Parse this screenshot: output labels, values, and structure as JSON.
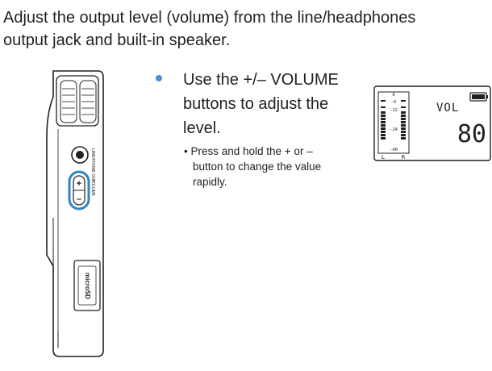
{
  "intro": {
    "line1": "Adjust the output level (volume) from the line/headphones",
    "line2": "output jack and built-in speaker."
  },
  "instruction": {
    "line1": "Use the +/– VOLUME",
    "line2": "buttons to adjust the",
    "line3": "level."
  },
  "note": {
    "line1": "• Press and hold the + or –",
    "line2": "button to change the value",
    "line3": "rapidly."
  },
  "device": {
    "jack_label": "LINE/PHONE OUT",
    "volume_label": "VOLUME",
    "plus_symbol": "+",
    "minus_symbol": "–",
    "card_label": "microSD",
    "highlight_color": "#2e86c8"
  },
  "display": {
    "mode_label": "VOL",
    "value": "80",
    "meter_scale": [
      "0",
      "-6",
      "-12",
      "-24",
      "-40"
    ],
    "channel_left": "L",
    "channel_right": "R"
  },
  "colors": {
    "bullet": "#4a90d9",
    "text": "#231f20"
  }
}
